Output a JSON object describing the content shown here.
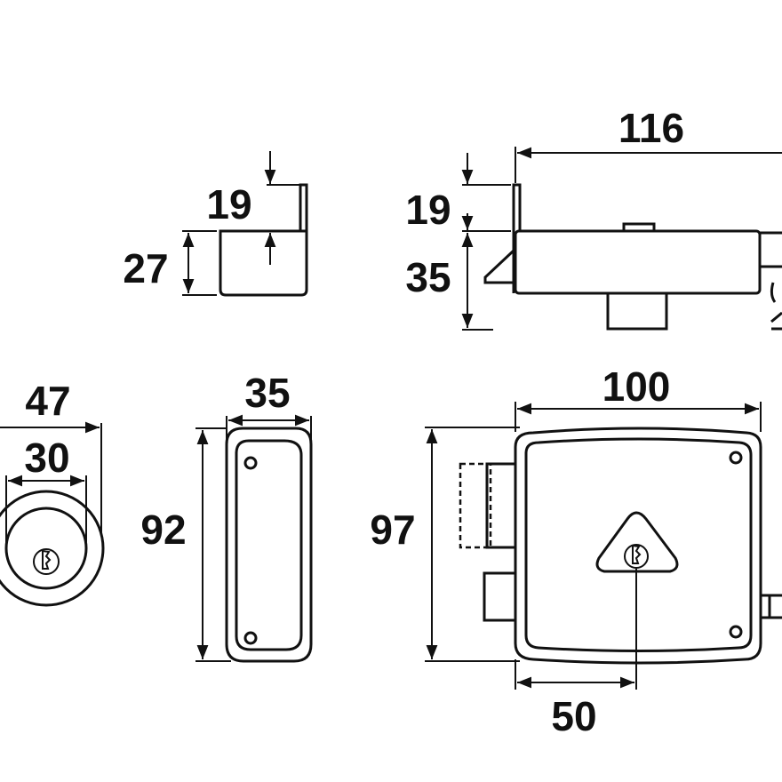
{
  "dimensions": {
    "cap_height": "19",
    "cap_depth": "27",
    "side_projection": "19",
    "side_length": "116",
    "side_depth": "35",
    "cylinder_outer": "47",
    "cylinder_inner": "30",
    "plate_width": "35",
    "plate_height": "92",
    "lock_width": "100",
    "lock_height": "97",
    "key_offset": "50"
  },
  "colors": {
    "line": "#111111",
    "background": "#ffffff"
  }
}
